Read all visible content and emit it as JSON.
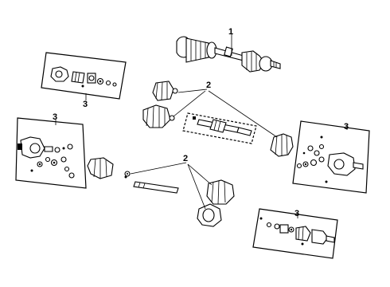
{
  "callouts": {
    "c1": "1",
    "c2_upper": "2",
    "c2_lower": "2",
    "c3_upper_left": "3",
    "c3_left": "3",
    "c3_right": "3",
    "c3_bottom_right": "3"
  },
  "colors": {
    "ink": "#000000",
    "background": "#ffffff"
  }
}
